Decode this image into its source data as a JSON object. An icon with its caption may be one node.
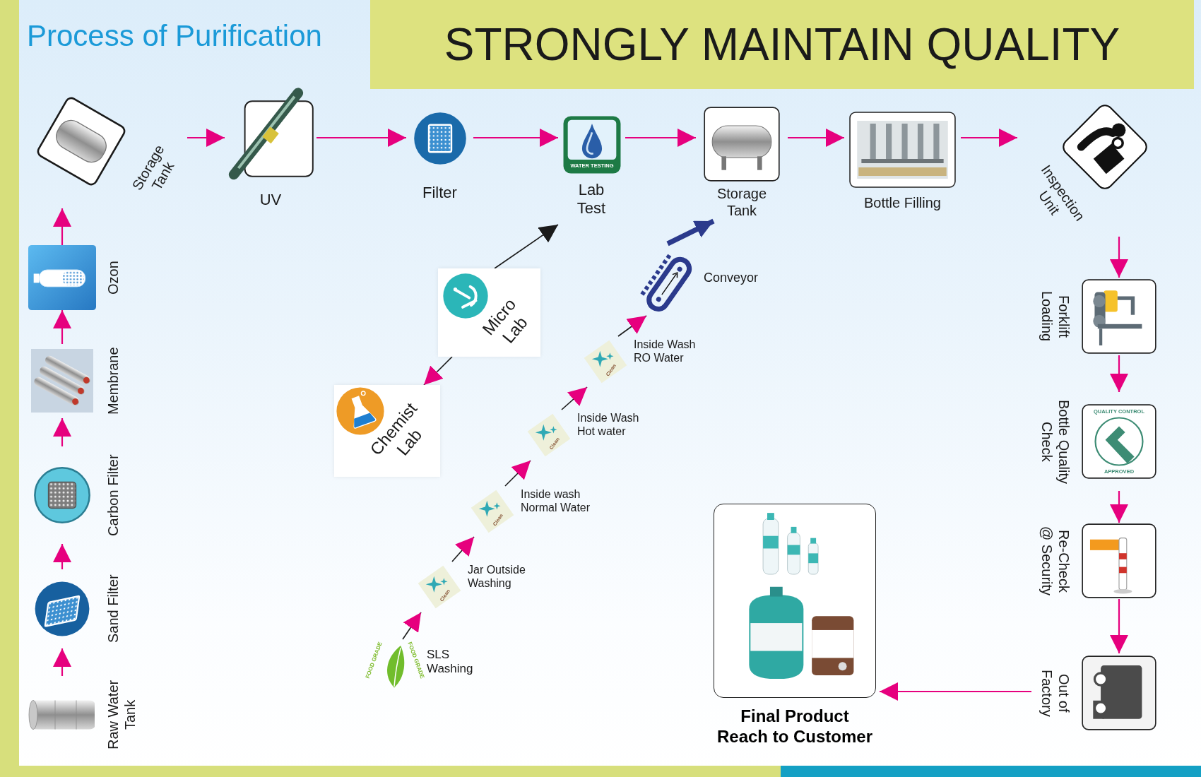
{
  "diagram": {
    "title": "STRONGLY MAINTAIN QUALITY",
    "nodes": [
      {
        "text": [
          "Raw Water Tank"
        ]
      },
      {
        "text": [
          "Sand Filter"
        ]
      },
      {
        "text": [
          "Carbon Filter"
        ]
      },
      {
        "text": [
          "Membrane"
        ]
      },
      {
        "text": [
          "Ozon"
        ]
      },
      {
        "text": [
          "Storage Tank"
        ]
      },
      {
        "text": [
          "UV"
        ]
      },
      {
        "text": [
          "Filter"
        ]
      },
      {
        "text": [
          "Lab Test"
        ]
      },
      {
        "text": [
          "Storage Tank"
        ]
      },
      {
        "text": [
          "Bottle Filling"
        ]
      },
      {
        "text": [
          "Inspection Unit"
        ]
      },
      {
        "text": [
          "Forklift Loading"
        ]
      },
      {
        "text": [
          "Bottle Quality Check"
        ]
      },
      {
        "text": [
          "Re-Check @ Security"
        ]
      },
      {
        "text": [
          "Out of Factory"
        ]
      },
      {
        "text": [
          "Final Product Reach to Customer"
        ]
      },
      {
        "text": [
          "Micro Lab"
        ]
      },
      {
        "text": [
          "Chemist Lab"
        ]
      },
      {
        "text": [
          "SLS Washing"
        ],
        "beside": [
          "FOOD GRADE",
          "FOOD GRADE"
        ]
      },
      {
        "text": [
          "Jar Outside Washing"
        ]
      },
      {
        "text": [
          "Inside wash Normal Water"
        ]
      },
      {
        "text": [
          "Inside Wash Hot water"
        ]
      },
      {
        "text": [
          "Inside Wash RO Water"
        ]
      },
      {
        "text": [
          "Conveyor"
        ]
      }
    ],
    "edges": [
      {
        "from": 0,
        "to": 1,
        "arrow": "to"
      },
      {
        "from": 1,
        "to": 2,
        "arrow": "to"
      },
      {
        "from": 2,
        "to": 3,
        "arrow": "to"
      },
      {
        "from": 3,
        "to": 4,
        "arrow": "to"
      },
      {
        "from": 4,
        "to": 5,
        "arrow": "to"
      },
      {
        "from": 5,
        "to": 6,
        "arrow": "to"
      },
      {
        "from": 6,
        "to": 7,
        "arrow": "to"
      },
      {
        "from": 7,
        "to": 8,
        "arrow": "to"
      },
      {
        "from": 8,
        "to": 9,
        "arrow": "to"
      },
      {
        "from": 9,
        "to": 10,
        "arrow": "to"
      },
      {
        "from": 10,
        "to": 11,
        "arrow": "to"
      },
      {
        "from": 11,
        "to": 12,
        "arrow": "to"
      },
      {
        "from": 12,
        "to": 13,
        "arrow": "to"
      },
      {
        "from": 13,
        "to": 14,
        "arrow": "to"
      },
      {
        "from": 14,
        "to": 15,
        "arrow": "to"
      },
      {
        "from": 15,
        "to": 16,
        "arrow": "to"
      },
      {
        "from": 17,
        "to": 8,
        "arrow": "to",
        "color": "#1a1a1a"
      },
      {
        "from": 17,
        "to": 18,
        "arrow": "to",
        "color": "#1a1a1a"
      },
      {
        "from": 19,
        "to": 20,
        "arrow": "to",
        "color": "#1a1a1a"
      },
      {
        "from": 20,
        "to": 21,
        "arrow": "to",
        "color": "#1a1a1a"
      },
      {
        "from": 21,
        "to": 22,
        "arrow": "to",
        "color": "#1a1a1a"
      },
      {
        "from": 22,
        "to": 23,
        "arrow": "to",
        "color": "#1a1a1a"
      },
      {
        "from": 23,
        "to": 24,
        "arrow": "to",
        "color": "#1a1a1a"
      },
      {
        "from": 24,
        "to": 9,
        "arrow": "to",
        "style": "thick",
        "color": "#2b3a8c"
      }
    ],
    "labels": [
      "Process of Purification",
      "WATER TESTING",
      "QUALITY CONTROL",
      "APPROVED",
      "Clean",
      "Clean",
      "Clean",
      "Clean"
    ]
  }
}
